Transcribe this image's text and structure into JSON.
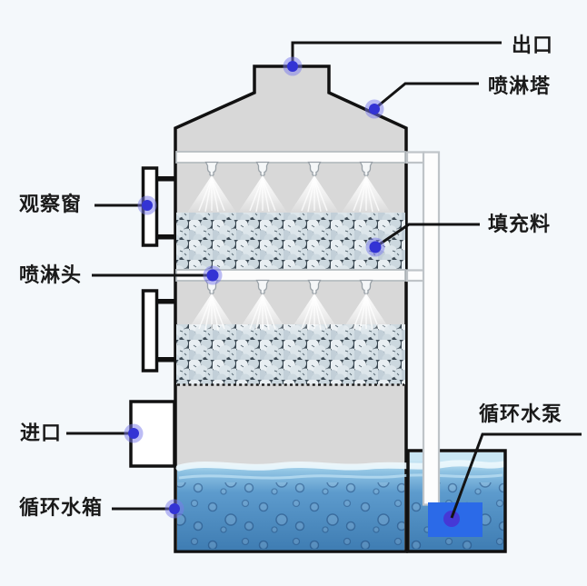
{
  "diagram": {
    "labels": {
      "outlet": "出口",
      "spray_tower": "喷淋塔",
      "observation_window": "观察窗",
      "packing_material": "填充料",
      "spray_head": "喷淋头",
      "inlet": "进口",
      "circulating_pump": "循环水泵",
      "circulating_tank": "循环水箱"
    },
    "colors": {
      "background": "#f4f8fb",
      "tower_fill": "#d8d8d8",
      "outline": "#111111",
      "marker": "#3333d4",
      "marker_halo": "#7a7aec",
      "pump_fill": "#2b6ae8",
      "pipe_stroke": "#bfc4c8",
      "packing_dark": "#3d4a54",
      "label_color": "#1a1a1a"
    }
  }
}
